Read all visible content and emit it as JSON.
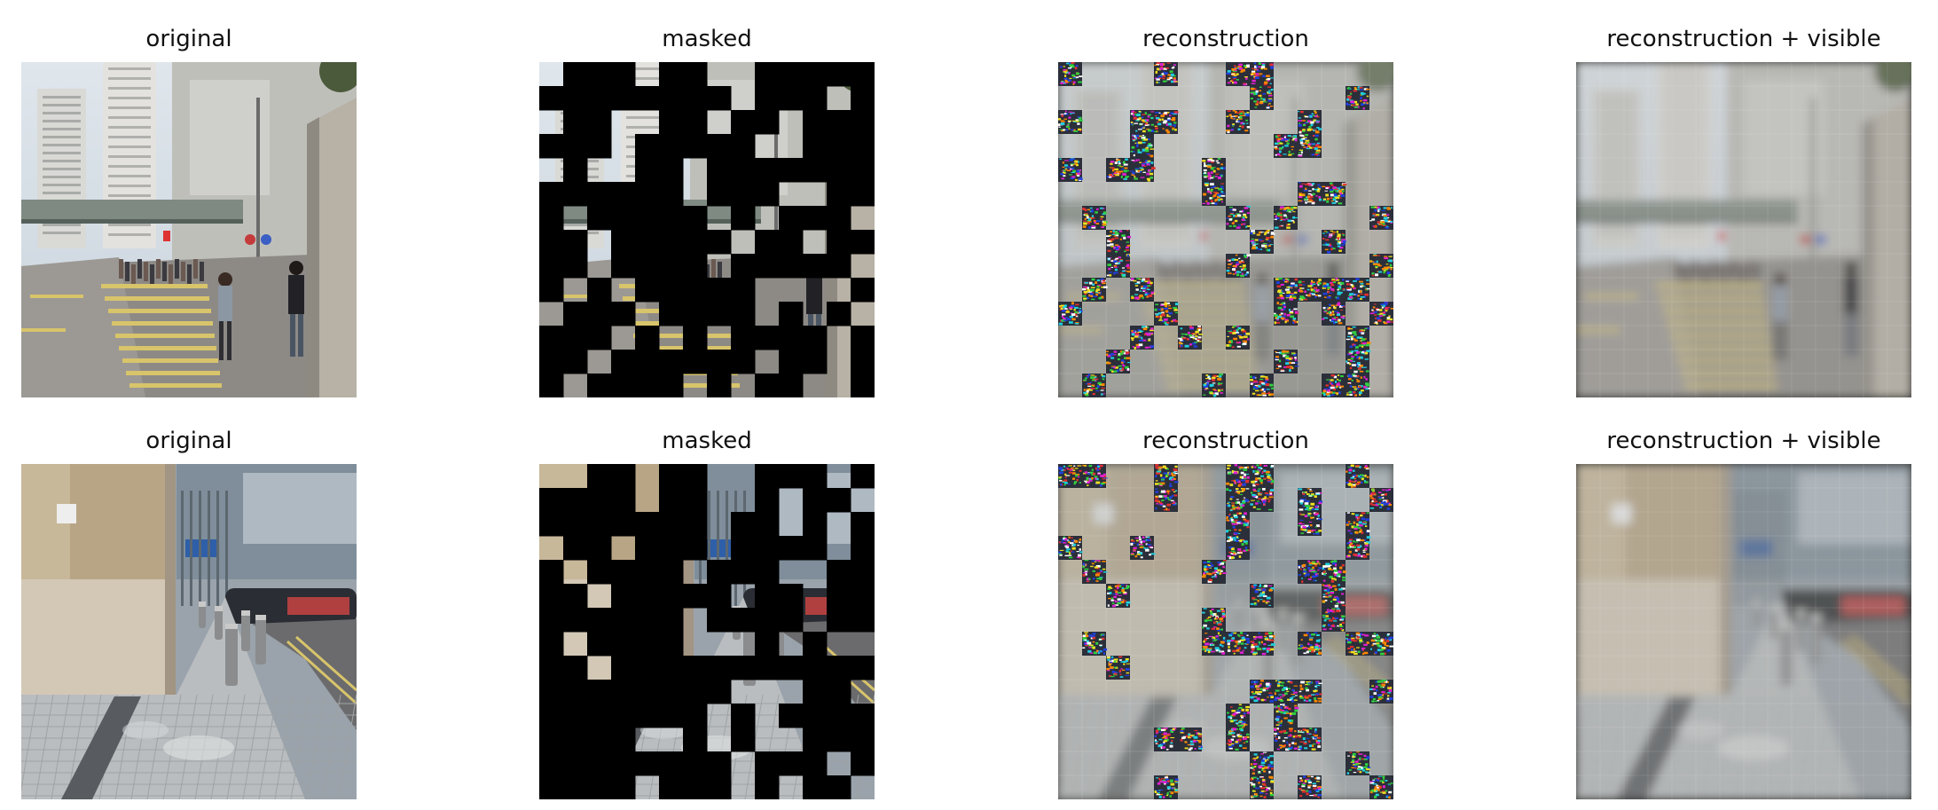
{
  "rows": [
    {
      "panels": [
        {
          "key": "original",
          "title": "original",
          "kind": "original",
          "scene": "street"
        },
        {
          "key": "masked",
          "title": "masked",
          "kind": "masked",
          "scene": "street"
        },
        {
          "key": "reconstruction",
          "title": "reconstruction",
          "kind": "reconstruction",
          "scene": "street"
        },
        {
          "key": "recon_visible",
          "title": "reconstruction + visible",
          "kind": "recon_visible",
          "scene": "street"
        }
      ]
    },
    {
      "panels": [
        {
          "key": "original",
          "title": "original",
          "kind": "original",
          "scene": "sidewalk"
        },
        {
          "key": "masked",
          "title": "masked",
          "kind": "masked",
          "scene": "sidewalk"
        },
        {
          "key": "reconstruction",
          "title": "reconstruction",
          "kind": "reconstruction",
          "scene": "sidewalk"
        },
        {
          "key": "recon_visible",
          "title": "reconstruction + visible",
          "kind": "recon_visible",
          "scene": "sidewalk"
        }
      ]
    }
  ],
  "colors": {
    "mask": "#000000",
    "sky": "#c9d3dc",
    "building": "#bfbfba",
    "road": "#8d8a86",
    "road_marking": "#d8c46b",
    "stone_wall": "#c8b89a",
    "tile": "#b9bdbf",
    "recon_haze": "#a9aaa6"
  }
}
